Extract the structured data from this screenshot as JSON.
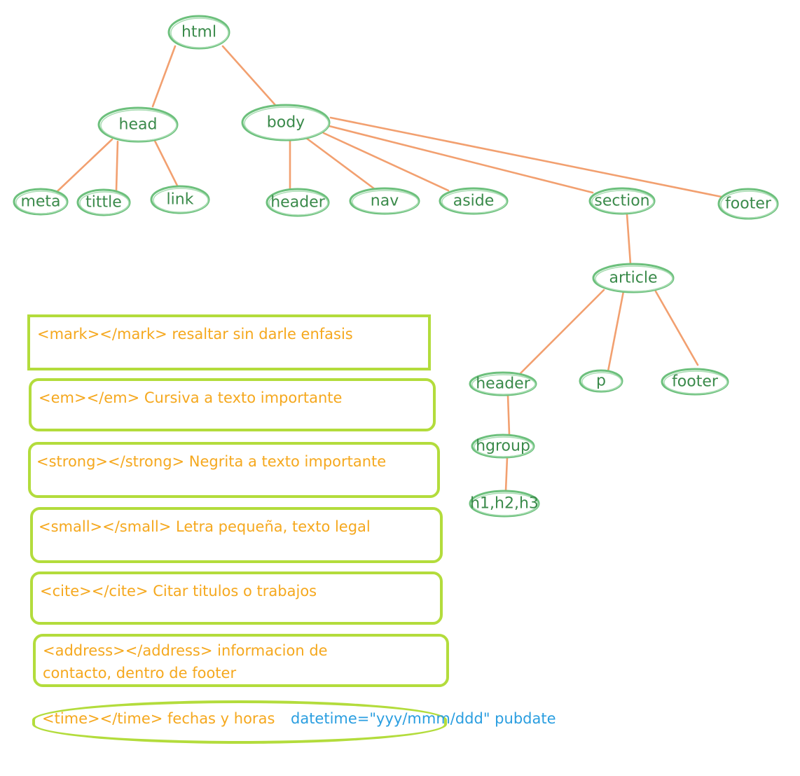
{
  "tree": {
    "nodes": [
      {
        "id": "html",
        "label": "html"
      },
      {
        "id": "head",
        "label": "head"
      },
      {
        "id": "body",
        "label": "body"
      },
      {
        "id": "meta",
        "label": "meta"
      },
      {
        "id": "tittle",
        "label": "tittle"
      },
      {
        "id": "link",
        "label": "link"
      },
      {
        "id": "header",
        "label": "header"
      },
      {
        "id": "nav",
        "label": "nav"
      },
      {
        "id": "aside",
        "label": "aside"
      },
      {
        "id": "section",
        "label": "section"
      },
      {
        "id": "footer",
        "label": "footer"
      },
      {
        "id": "article",
        "label": "article"
      },
      {
        "id": "article-header",
        "label": "header"
      },
      {
        "id": "p",
        "label": "p"
      },
      {
        "id": "article-footer",
        "label": "footer"
      },
      {
        "id": "hgroup",
        "label": "hgroup"
      },
      {
        "id": "headings",
        "label": "h1,h2,h3"
      }
    ],
    "edges": [
      [
        "html",
        "head"
      ],
      [
        "html",
        "body"
      ],
      [
        "head",
        "meta"
      ],
      [
        "head",
        "tittle"
      ],
      [
        "head",
        "link"
      ],
      [
        "body",
        "header"
      ],
      [
        "body",
        "nav"
      ],
      [
        "body",
        "aside"
      ],
      [
        "body",
        "section"
      ],
      [
        "body",
        "footer"
      ],
      [
        "section",
        "article"
      ],
      [
        "article",
        "article-header"
      ],
      [
        "article",
        "p"
      ],
      [
        "article",
        "article-footer"
      ],
      [
        "article-header",
        "hgroup"
      ],
      [
        "hgroup",
        "headings"
      ]
    ]
  },
  "tags": [
    {
      "text": "<mark></mark> resaltar sin darle enfasis"
    },
    {
      "text": "<em></em> Cursiva a texto importante"
    },
    {
      "text": "<strong></strong> Negrita a texto importante"
    },
    {
      "text": "<small></small> Letra pequeña, texto legal"
    },
    {
      "text": "<cite></cite> Citar titulos o trabajos"
    },
    {
      "text": "<address></address> informacion de contacto, dentro de footer"
    },
    {
      "text": "<time></time> fechas y horas",
      "note": "datetime=\"yyy/mmm/ddd\" pubdate"
    }
  ],
  "colors": {
    "node_text": "#3a8a4a",
    "node_outline": "#6cc07c",
    "edge": "#f2a070",
    "box_border": "#b3dc3c",
    "box_text": "#f5a81e",
    "note_text": "#2a9ee0"
  }
}
